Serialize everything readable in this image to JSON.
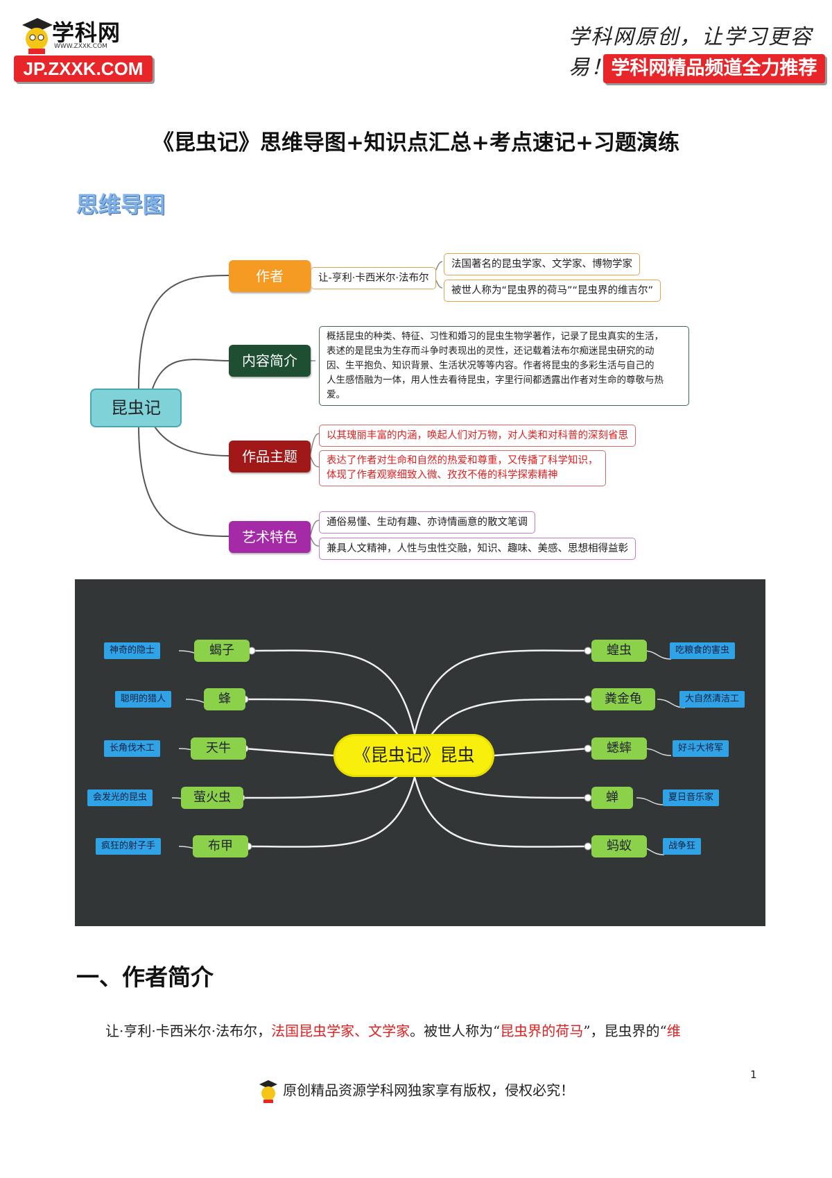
{
  "header": {
    "logo_name": "学科网",
    "logo_url": "WWW.ZXXK.COM",
    "logo_badge": "JP.ZXXK.COM",
    "slogan": "学科网原创，让学习更容易！",
    "channel": "学科网精品频道全力推荐"
  },
  "title": "《昆虫记》思维导图+知识点汇总+考点速记+习题演练",
  "section_mindmap": "思维导图",
  "mindmap1": {
    "root": "昆虫记",
    "branches": [
      {
        "label": "作者",
        "color": "#f59a23",
        "mid": "让-亨利·卡西米尔·法布尔",
        "leaves": [
          "法国著名的昆虫学家、文学家、博物学家",
          "被世人称为“昆虫界的荷马”“昆虫界的维吉尔”"
        ]
      },
      {
        "label": "内容简介",
        "color": "#1f4f33",
        "leaves": [
          "概括昆虫的种类、特征、习性和婚习的昆虫生物学著作，记录了昆虫真实的生活，",
          "表述的是昆虫为生存而斗争时表现出的灵性，还记载着法布尔痴迷昆虫研究的动",
          "因、生平抱负、知识背景、生活状况等等内容。作者将昆虫的多彩生活与自己的",
          "人生感悟融为一体，用人性去看待昆虫，字里行间都透露出作者对生命的尊敬与热爱。"
        ]
      },
      {
        "label": "作品主题",
        "color": "#a01818",
        "leaves": [
          "以其瑰丽丰富的内涵，唤起人们对万物，对人类和对科普的深刻省思",
          "表达了作者对生命和自然的热爱和尊重，又传播了科学知识，",
          "体现了作者观察细致入微、孜孜不倦的科学探索精神"
        ]
      },
      {
        "label": "艺术特色",
        "color": "#a42aa7",
        "leaves": [
          "通俗易懂、生动有趣、亦诗情画意的散文笔调",
          "兼具人文精神，人性与虫性交融，知识、趣味、美感、思想相得益彰"
        ]
      }
    ]
  },
  "mindmap2": {
    "root": "《昆虫记》昆虫",
    "left": [
      {
        "insect": "蝎子",
        "trait": "神奇的隐士"
      },
      {
        "insect": "蜂",
        "trait": "聪明的猎人"
      },
      {
        "insect": "天牛",
        "trait": "长角伐木工"
      },
      {
        "insect": "萤火虫",
        "trait": "会发光的昆虫"
      },
      {
        "insect": "布甲",
        "trait": "疯狂的射子手"
      }
    ],
    "right": [
      {
        "insect": "蝗虫",
        "trait": "吃粮食的害虫"
      },
      {
        "insect": "粪金龟",
        "trait": "大自然清洁工"
      },
      {
        "insect": "蟋蟀",
        "trait": "好斗大将军"
      },
      {
        "insect": "蝉",
        "trait": "夏日音乐家"
      },
      {
        "insect": "蚂蚁",
        "trait": "战争狂"
      }
    ]
  },
  "section1": {
    "heading": "一、作者简介",
    "p1": "让·亨利·卡西米尔·法布尔，",
    "p2": "法国昆虫学家、文学家",
    "p3": "。被世人称为“",
    "p4": "昆虫界的荷马",
    "p5": "”，昆虫界的“",
    "p6": "维"
  },
  "footer": {
    "copyright": "原创精品资源学科网独家享有版权，侵权必究！",
    "page": "1"
  }
}
